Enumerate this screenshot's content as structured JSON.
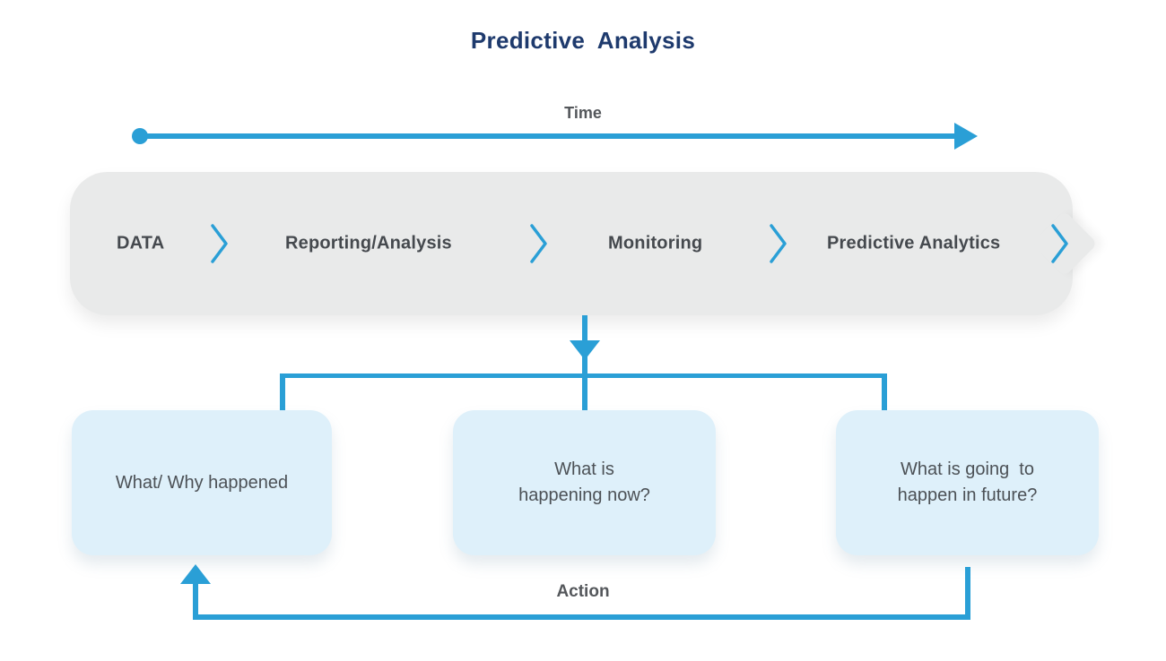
{
  "title": "Predictive Analysis",
  "colors": {
    "accent_blue": "#2a9fd6",
    "title_navy": "#1e3a6d",
    "banner_bg": "#e9eaea",
    "box_bg": "#def0fa",
    "stage_text": "#45494e",
    "body_text": "#4c5156",
    "label_gray": "#54575b"
  },
  "time_axis": {
    "label": "Time"
  },
  "pipeline": {
    "stages": [
      {
        "label": "DATA"
      },
      {
        "label": "Reporting/Analysis"
      },
      {
        "label": "Monitoring"
      },
      {
        "label": "Predictive Analytics"
      }
    ]
  },
  "questions": [
    {
      "lines": [
        "What/ Why happened"
      ]
    },
    {
      "lines": [
        "What is",
        "happening now?"
      ]
    },
    {
      "lines": [
        "What is going  to",
        "happen in future?"
      ]
    }
  ],
  "action_loop": {
    "label": "Action"
  }
}
